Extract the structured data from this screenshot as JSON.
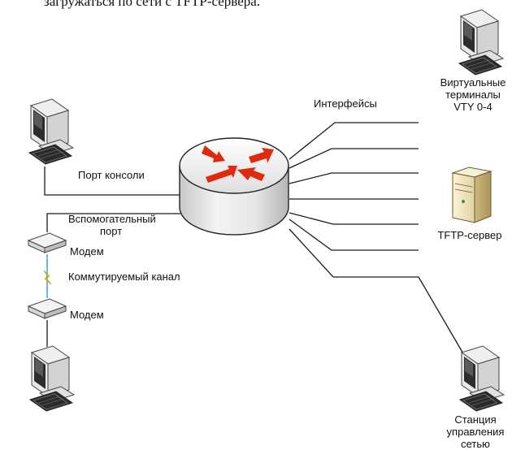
{
  "caption_fragment": "загружаться по сети с TFTP-сервера.",
  "labels": {
    "interfaces": "Интерфейсы",
    "vty_line1": "Виртуальные",
    "vty_line2": "терминалы",
    "vty_line3": "VTY 0-4",
    "console_port": "Порт консоли",
    "aux_line1": "Вспомогательный",
    "aux_line2": "порт",
    "modem_1": "Модем",
    "dialup": "Коммутируемый канал",
    "modem_2": "Модем",
    "tftp": "TFTP-сервер",
    "nms_line1": "Станция",
    "nms_line2": "управления",
    "nms_line3": "сетью"
  },
  "colors": {
    "line": "#1a1a1a",
    "router_arrows": "#e02a10",
    "modem_link": "#59b7d4",
    "lightning": "#f2e200"
  },
  "icons": [
    "router-icon",
    "workstation-icon",
    "modem-icon",
    "server-icon",
    "lightning-icon"
  ]
}
